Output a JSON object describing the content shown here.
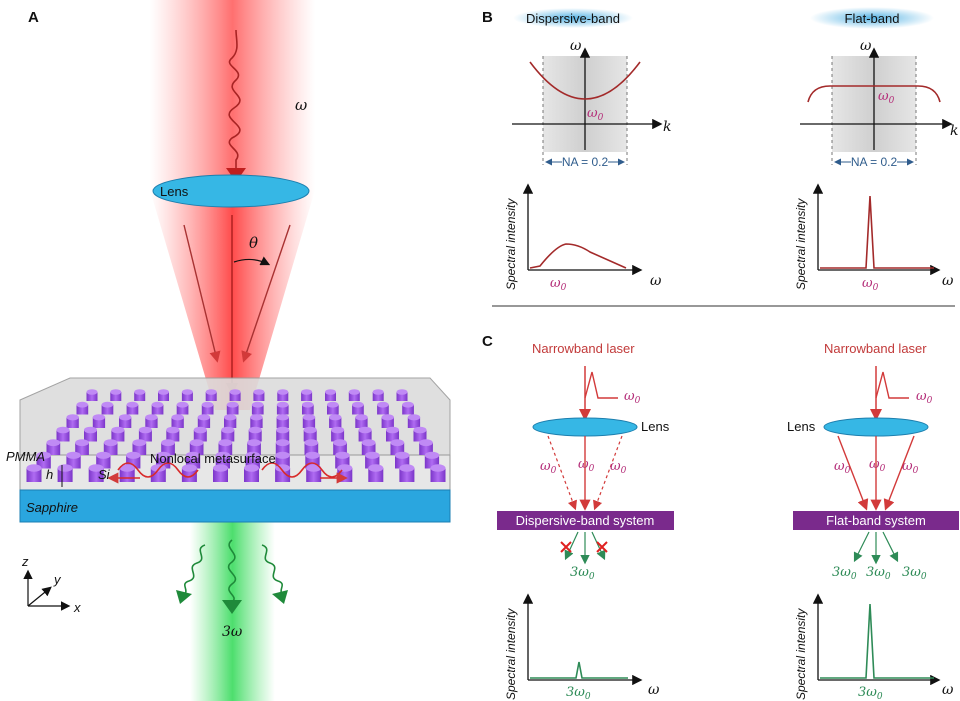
{
  "panels": {
    "a": {
      "letter": "A",
      "omega_in": "ω",
      "lens": "Lens",
      "theta": "θ",
      "metasurface": "Nonlocal metasurface",
      "pmma": "PMMA",
      "h": "h",
      "si": "Si",
      "sapphire": "Sapphire",
      "axis_z": "z",
      "axis_y": "y",
      "axis_x": "x",
      "omega_out": "3ω"
    },
    "b": {
      "letter": "B",
      "left_title": "Dispersive-band",
      "right_title": "Flat-band",
      "omega_axis": "ω",
      "k_axis": "k",
      "omega0": "ω",
      "omega0_sub": "0",
      "na": "NA = 0.2",
      "spectral_intensity": "Spectral intensity",
      "omega_x": "ω"
    },
    "c": {
      "letter": "C",
      "laser_left": "Narrowband laser",
      "laser_right": "Narrowband laser",
      "omega0": "ω",
      "omega0_sub": "0",
      "lens": "Lens",
      "left_system": "Dispersive-band system",
      "right_system": "Flat-band system",
      "three_omega0": "3ω",
      "spectral_intensity": "Spectral intensity",
      "omega_x": "ω"
    }
  },
  "colors": {
    "beam_red": "#e8383a",
    "beam_green": "#2fbf4a",
    "lens_blue": "#36b7e5",
    "pillar_purple": "#9b4fe0",
    "sapphire_blue": "#2aa6df",
    "system_box": "#7a2a8c",
    "curve_red": "#a32a2a",
    "label_magenta": "#b5307a",
    "label_green": "#2e8b57"
  }
}
